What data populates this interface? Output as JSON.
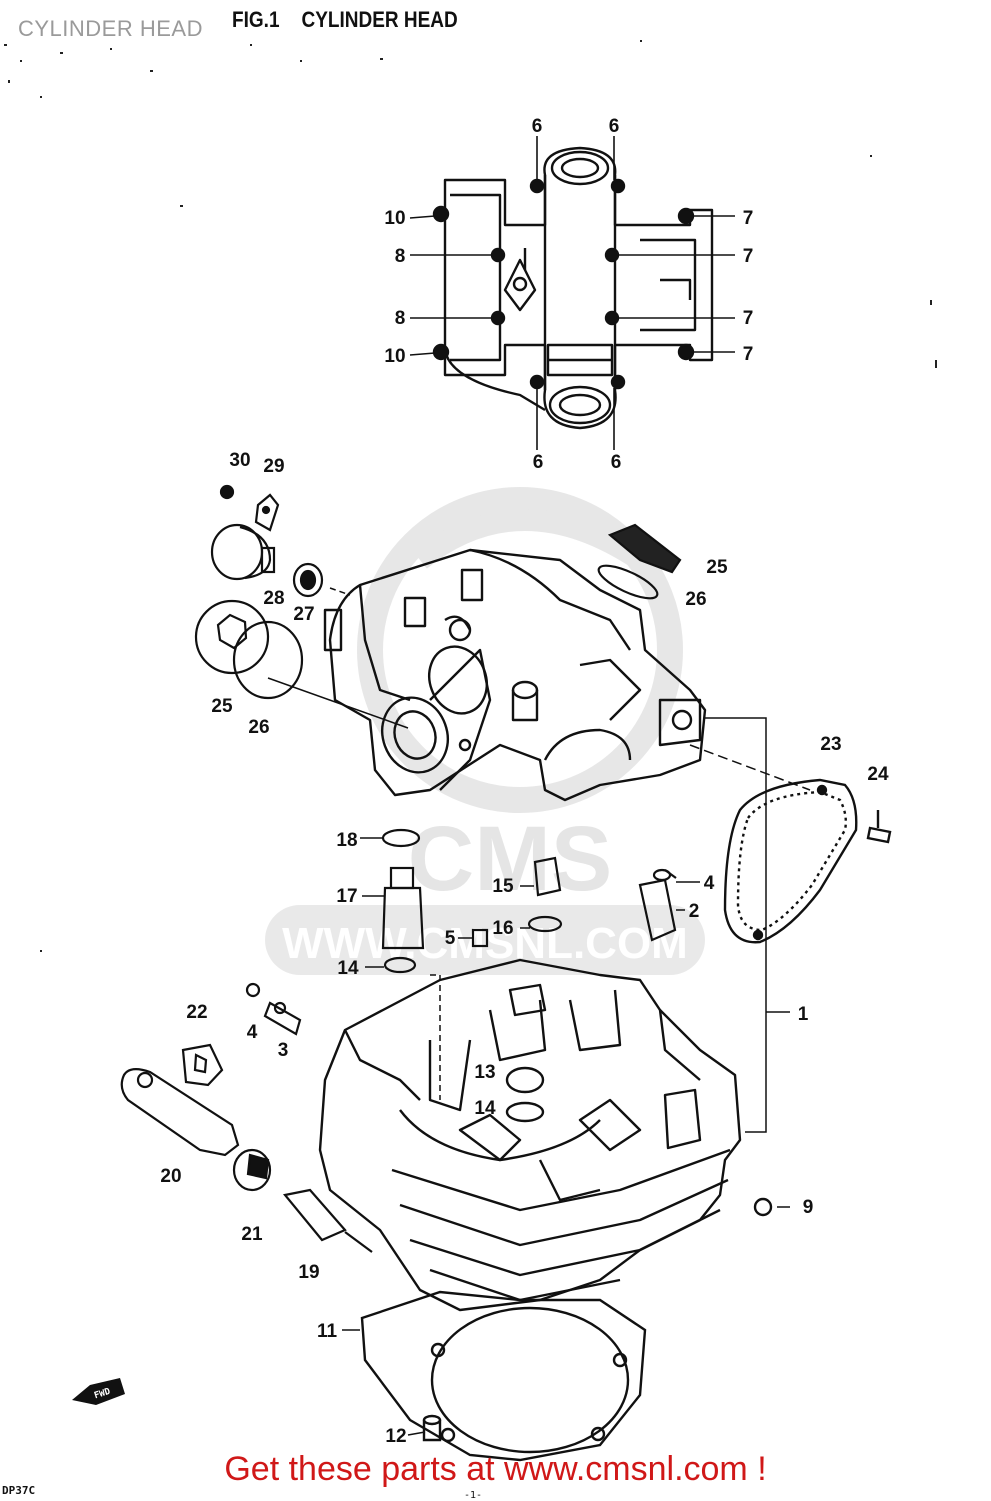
{
  "header": {
    "page_title": "CYLINDER HEAD",
    "fig_number": "FIG.1",
    "fig_title": "CYLINDER HEAD"
  },
  "watermark": {
    "brand": "CMS",
    "site": "WWW.CMSNL.COM"
  },
  "front_marker": "FWD",
  "diagram": {
    "callouts": [
      "6",
      "6",
      "10",
      "8",
      "8",
      "10",
      "7",
      "7",
      "7",
      "7",
      "6",
      "6",
      "30",
      "29",
      "28",
      "27",
      "25",
      "26",
      "25",
      "26",
      "23",
      "24",
      "18",
      "17",
      "15",
      "16",
      "4",
      "2",
      "5",
      "14",
      "22",
      "4",
      "3",
      "1",
      "13",
      "14",
      "20",
      "21",
      "19",
      "9",
      "11",
      "12"
    ]
  },
  "footer": {
    "cta_text": "Get these parts at www.cmsnl.com !",
    "ref_code": "DP37C",
    "page_mark": "-1-"
  },
  "colors": {
    "ink": "#111111",
    "cta": "#d01818",
    "title_overlay": "#9a9a9a",
    "watermark": "#cfcfcf"
  }
}
